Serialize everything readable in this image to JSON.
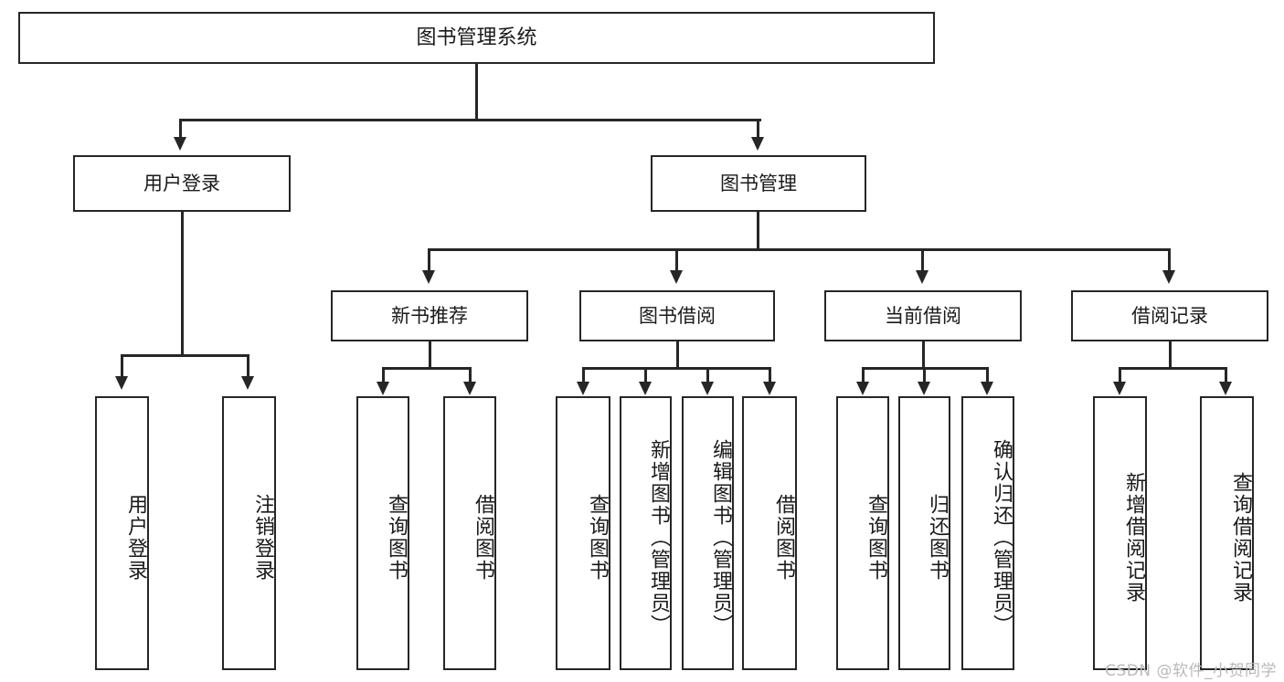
{
  "diagram": {
    "title": "图书管理系统",
    "type": "tree",
    "root": {
      "label": "图书管理系统"
    },
    "level2": [
      {
        "label": "用户登录"
      },
      {
        "label": "图书管理"
      }
    ],
    "level3": [
      {
        "label": "新书推荐"
      },
      {
        "label": "图书借阅"
      },
      {
        "label": "当前借阅"
      },
      {
        "label": "借阅记录"
      }
    ],
    "leaves": {
      "user_login": [
        {
          "label": "用户登录"
        },
        {
          "label": "注销登录"
        }
      ],
      "new_book_recommend": [
        {
          "label": "查询图书"
        },
        {
          "label": "借阅图书"
        }
      ],
      "book_borrow": [
        {
          "label": "查询图书"
        },
        {
          "label": "新增图书（管理员）"
        },
        {
          "label": "编辑图书（管理员）"
        },
        {
          "label": "借阅图书"
        }
      ],
      "current_borrow": [
        {
          "label": "查询图书"
        },
        {
          "label": "归还图书"
        },
        {
          "label": "确认归还（管理员）"
        }
      ],
      "borrow_record": [
        {
          "label": "新增借阅记录"
        },
        {
          "label": "查询借阅记录"
        }
      ]
    }
  },
  "watermark": {
    "text": "CSDN @软件_小贺同学"
  },
  "colors": {
    "stroke": "#262626",
    "fill": "#ffffff",
    "text": "#1a1a1a",
    "watermark": "#b9b9b9"
  }
}
